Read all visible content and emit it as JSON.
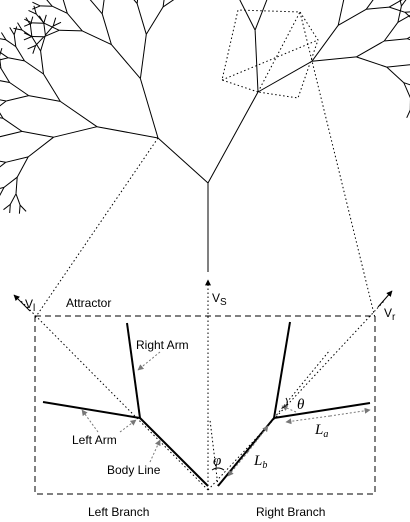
{
  "labels": {
    "v_l": "V",
    "v_l_sub": "l",
    "v_s": "V",
    "v_s_sub": "S",
    "v_r": "V",
    "v_r_sub": "r",
    "attractor": "Attractor",
    "right_arm": "Right Arm",
    "left_arm": "Left Arm",
    "body_line": "Body Line",
    "left_branch": "Left Branch",
    "right_branch": "Right Branch",
    "theta": "θ",
    "phi": "φ",
    "l_a": "L",
    "l_a_sub": "a",
    "l_b": "L",
    "l_b_sub": "b"
  },
  "tree": {
    "depth": 8,
    "line_color": "#000000"
  }
}
